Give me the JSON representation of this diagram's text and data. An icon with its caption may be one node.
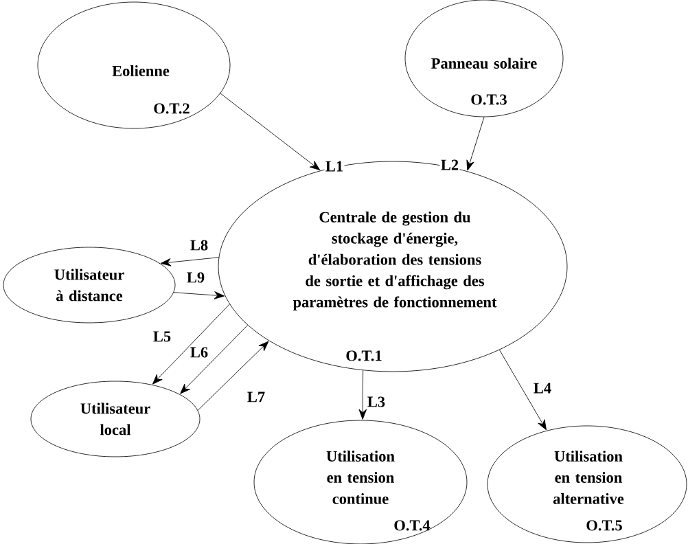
{
  "diagram": {
    "nodes": [
      {
        "text": [
          "Eolienne",
          "O.T.2"
        ]
      },
      {
        "text": [
          "Panneau solaire",
          "O.T.3"
        ]
      },
      {
        "text": [
          "Centrale de gestion du stockage d'énergie, d'élaboration des tensions de sortie et d'affichage des paramètres de fonctionnement",
          "O.T.1"
        ]
      },
      {
        "text": [
          "Utilisateur à distance"
        ]
      },
      {
        "text": [
          "Utilisateur local"
        ]
      },
      {
        "text": [
          "Utilisation en tension continue",
          "O.T.4"
        ]
      },
      {
        "text": [
          "Utilisation en tension alternative",
          "O.T.5"
        ]
      }
    ],
    "edges": [
      {
        "from": 0,
        "to": 2,
        "arrow": "to",
        "label": "L1"
      },
      {
        "from": 1,
        "to": 2,
        "arrow": "to",
        "label": "L2"
      },
      {
        "from": 2,
        "to": 5,
        "arrow": "to",
        "label": "L3"
      },
      {
        "from": 2,
        "to": 6,
        "arrow": "to",
        "label": "L4"
      },
      {
        "from": 2,
        "to": 4,
        "arrow": "to",
        "label": "L5"
      },
      {
        "from": 2,
        "to": 4,
        "arrow": "to",
        "label": "L6"
      },
      {
        "from": 4,
        "to": 2,
        "arrow": "to",
        "label": "L7"
      },
      {
        "from": 2,
        "to": 3,
        "arrow": "to",
        "label": "L8"
      },
      {
        "from": 3,
        "to": 2,
        "arrow": "to",
        "label": "L9"
      }
    ]
  }
}
